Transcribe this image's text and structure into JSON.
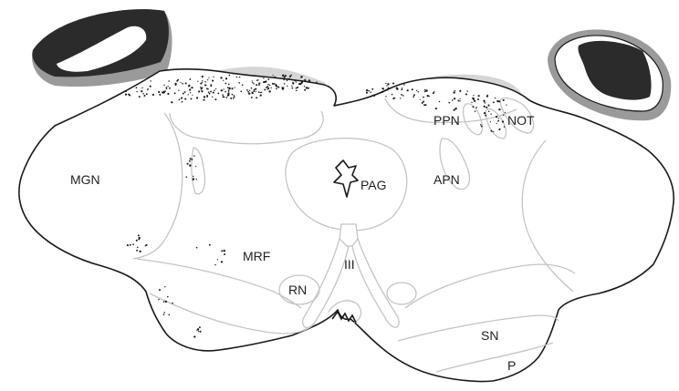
{
  "colors": {
    "outline": "#1a1a1a",
    "region_border": "#c4c4c4",
    "labeled_cells": "#1a1a1a",
    "tissue_dark": "#2b2b2b",
    "tissue_grey": "#9a9a9a",
    "tissue_light": "#d6d6d6"
  },
  "labels": {
    "mgn": "MGN",
    "pag": "PAG",
    "ppn": "PPN",
    "not": "NOT",
    "apn": "APN",
    "mrf": "MRF",
    "iii": "III",
    "rn": "RN",
    "sn": "SN",
    "p": "P"
  }
}
